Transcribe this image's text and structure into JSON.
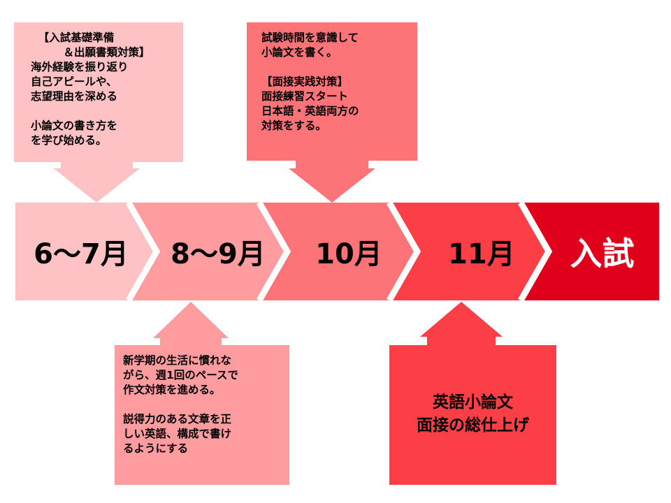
{
  "colors": {
    "stage1": "#fec1c4",
    "stage2": "#fe9c9f",
    "stage3": "#fd7478",
    "stage4": "#fc3e46",
    "stage5": "#e0001c"
  },
  "stages": [
    {
      "label": "6〜7月"
    },
    {
      "label": "8〜9月"
    },
    {
      "label": "10月"
    },
    {
      "label": "11月"
    },
    {
      "label": "入試"
    }
  ],
  "notes": [
    {
      "stage": 1,
      "text": "  【入試基礎準備\n　　　＆出願書類対策】\n海外経験を振り返り\n自己アピールや、\n志望理由を深める\n\n小論文の書き方を\nを学び始める。"
    },
    {
      "stage": 3,
      "text": "試験時間を意識して\n小論文を書く。\n\n【面接実践対策】\n面接練習スタート\n日本語・英語両方の\n対策をする。"
    },
    {
      "stage": 2,
      "text": "新学期の生活に慣れな\nがら、週1回のペースで\n作文対策を進める。\n\n説得力のある文章を正\nしい英語、構成で書け\nるようにする"
    },
    {
      "stage": 4,
      "text": "英語小論文\n面接の総仕上げ"
    }
  ]
}
